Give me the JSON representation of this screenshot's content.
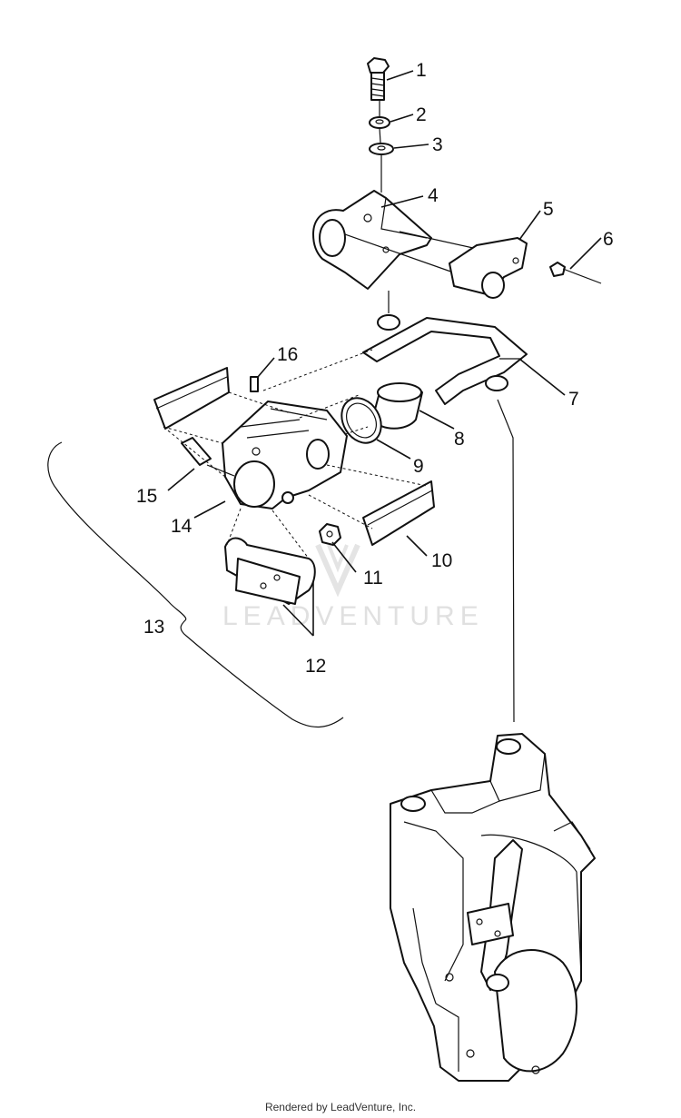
{
  "diagram": {
    "callouts": [
      "1",
      "2",
      "3",
      "4",
      "5",
      "6",
      "7",
      "8",
      "9",
      "10",
      "11",
      "12",
      "13",
      "14",
      "15",
      "16"
    ]
  },
  "watermark": "LEADVENTURE",
  "footer": {
    "credit": "Rendered by LeadVenture, Inc."
  }
}
